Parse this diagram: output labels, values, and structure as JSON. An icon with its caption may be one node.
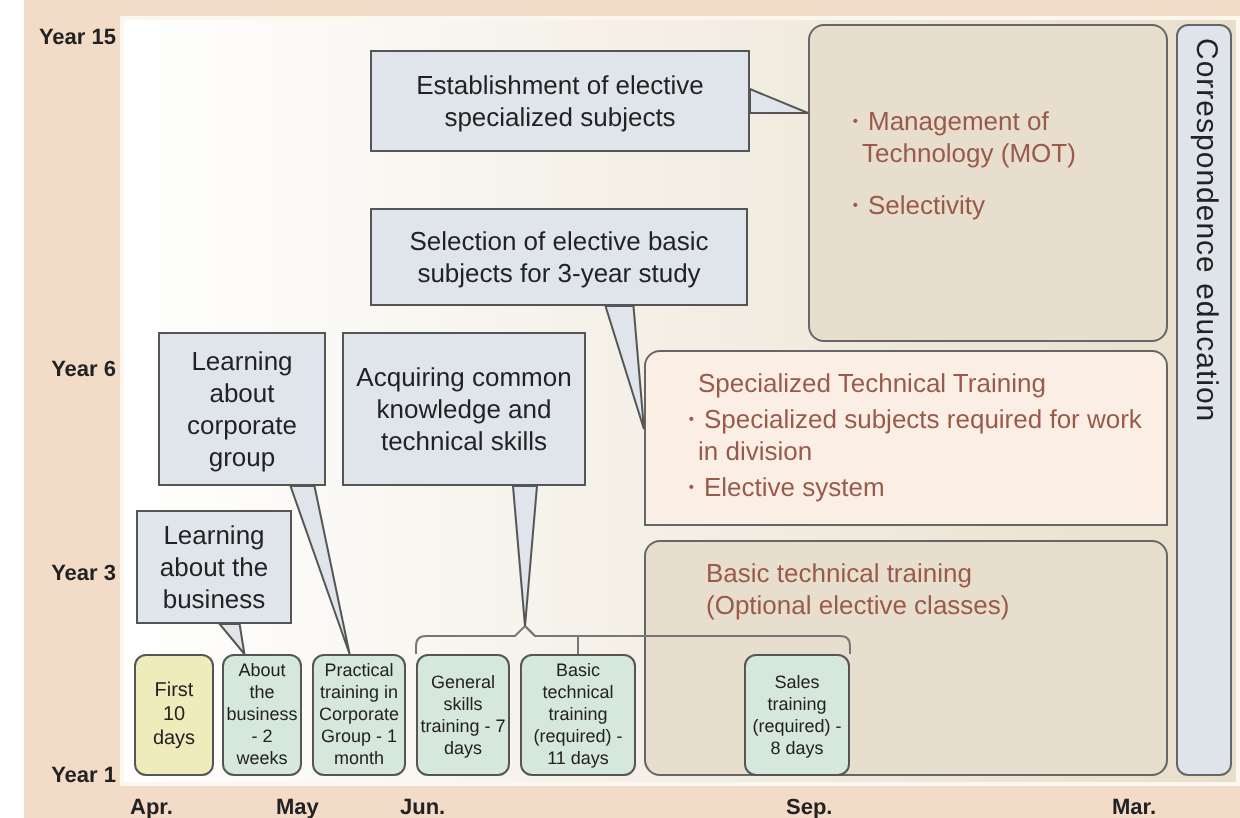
{
  "diagram": {
    "nodes": [
      {
        "text": [
          "Establishment of elective specialized subjects"
        ]
      },
      {
        "text": [
          "・Management of Technology (MOT)",
          "・Selectivity"
        ]
      },
      {
        "text": [
          "Selection of elective basic subjects for 3-year study"
        ]
      },
      {
        "text": [
          "Specialized Technical Training",
          "・Specialized subjects required for work in division",
          "・Elective system"
        ]
      },
      {
        "text": [
          "Learning about corporate group"
        ]
      },
      {
        "text": [
          "Acquiring common knowledge and technical skills"
        ]
      },
      {
        "text": [
          "Learning about the business"
        ]
      },
      {
        "text": [
          "Basic technical training (Optional elective classes)"
        ]
      },
      {
        "text": [
          "First 10 days"
        ]
      },
      {
        "text": [
          "About the business - 2 weeks"
        ]
      },
      {
        "text": [
          "Practical training in Corporate Group - 1 month"
        ]
      },
      {
        "text": [
          "General skills training - 7 days"
        ]
      },
      {
        "text": [
          "Basic technical training (required) - 11 days"
        ]
      },
      {
        "text": [
          "Sales training (required) - 8 days"
        ],
        "in": 7
      },
      {
        "text": [
          "Correspondence education"
        ]
      }
    ],
    "edges": [
      {
        "from": 0,
        "to": 1,
        "arrow": "none"
      },
      {
        "from": 2,
        "to": 3,
        "arrow": "none"
      },
      {
        "from": 4,
        "to": 10,
        "arrow": "none"
      },
      {
        "from": 5,
        "to": 11,
        "arrow": "none"
      },
      {
        "from": 5,
        "to": 12,
        "arrow": "none"
      },
      {
        "from": 5,
        "to": 13,
        "arrow": "none"
      },
      {
        "from": 6,
        "to": 9,
        "arrow": "none"
      }
    ],
    "labels": [
      "Year 15",
      "Year 6",
      "Year 3",
      "Year 1",
      "Apr.",
      "May",
      "Jun.",
      "Sep.",
      "Mar."
    ]
  }
}
